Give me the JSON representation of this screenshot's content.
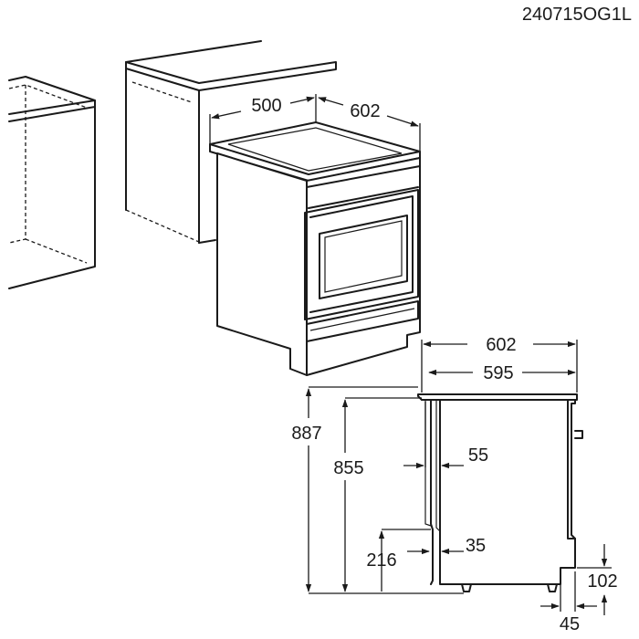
{
  "drawing_code": "240715OG1L",
  "dimensions": {
    "top_depth": "500",
    "top_width": "602",
    "side_width_overall": "602",
    "side_width_body": "595",
    "total_height": "887",
    "body_height": "855",
    "door_offset": "55",
    "lower_offset": "35",
    "lower_height": "216",
    "plinth_height": "102",
    "plinth_depth": "45"
  }
}
